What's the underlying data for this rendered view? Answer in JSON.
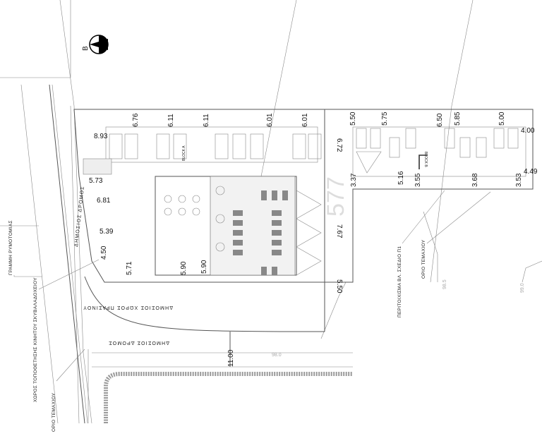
{
  "north_arrow": {
    "label": "Β"
  },
  "annotations": {
    "building_line": "ΓΡΑΜΜΗ ΡΥΜΟΤΟΜΙΑΣ",
    "bin_area": "ΧΩΡΟΣ ΤΟΠΟΘΕΤΗΣΗΣ ΚΙΝΗΤΟΥ ΣΚΥΒΑΛΑΔΟΧΕΙΟΥ",
    "plot_boundary_left": "ΟΡΙΟ ΤΕΜΑΧΙΟΥ",
    "fence": "ΠΕΡΙΤΟΙΧΙΣΜΑ ΒΛ. ΣΧΕΔΙΟ Π1",
    "plot_boundary_right": "ΟΡΙΟ ΤΕΜΑΧΙΟΥ"
  },
  "roads": {
    "west_road": "ΔΗΜΟΣΙΟΣ ΔΡΟΜΟΣ",
    "south_green": "ΔΗΜΟΣΙΟΣ ΧΩΡΟΣ ΠΡΑΣΙΝΟΥ",
    "south_road": "ΔΗΜΟΣΙΟΣ ΔΡΟΜΟΣ",
    "road_width": "11.00"
  },
  "blocks": {
    "a": "BLOCK A",
    "b": "BLOCK B"
  },
  "plot_number": "577",
  "contours": [
    "98.0",
    "98.5",
    "99.0"
  ],
  "dimensions": {
    "top": [
      "6.76",
      "6.11",
      "6.11",
      "6.01",
      "6.01",
      "5.50",
      "5.75",
      "6.50",
      "5.85",
      "5.00",
      "4.00"
    ],
    "bottom_right": [
      "3.37",
      "5.16",
      "3.55",
      "3.68",
      "3.53",
      "4.49"
    ],
    "middle": [
      "6.72",
      "7.67",
      "5.50"
    ],
    "left": [
      "8.93",
      "5.73",
      "6.81",
      "5.39",
      "4.50"
    ],
    "bottom_left": [
      "5.71",
      "5.90",
      "5.90"
    ]
  }
}
